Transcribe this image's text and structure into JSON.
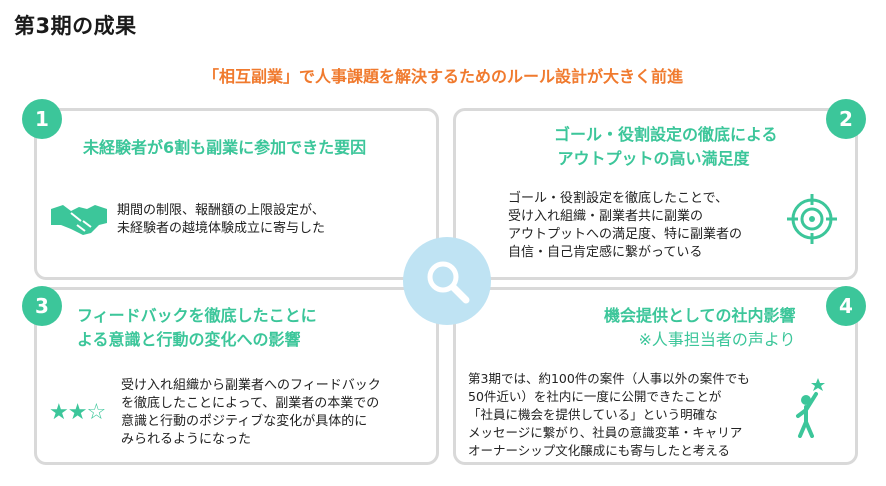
{
  "page": {
    "title": "第3期の成果",
    "subtitle": "「相互副業」で人事課題を解決するためのルール設計が大きく前進"
  },
  "cards": [
    {
      "number": "1",
      "heading_lines": [
        "未経験者が6割も副業に参加できた要因"
      ],
      "body_lines": [
        "期間の制限、報酬額の上限設定が、",
        "未経験者の越境体験成立に寄与した"
      ],
      "icon": "handshake-icon"
    },
    {
      "number": "2",
      "heading_lines": [
        "ゴール・役割設定の徹底による",
        "アウトプットの高い満足度"
      ],
      "body_lines": [
        "ゴール・役割設定を徹底したことで、",
        "受け入れ組織・副業者共に副業の",
        "アウトプットへの満足度、特に副業者の",
        "自信・自己肯定感に繋がっている"
      ],
      "icon": "target-icon"
    },
    {
      "number": "3",
      "heading_lines": [
        "フィードバックを徹底したことに",
        "よる意識と行動の変化への影響"
      ],
      "body_lines": [
        "受け入れ組織から副業者へのフィードバック",
        "を徹底したことによって、副業者の本業での",
        "意識と行動のポジティブな変化が具体的に",
        "みられるようになった"
      ],
      "icon": "rating-stars-icon",
      "rating": "★★☆"
    },
    {
      "number": "4",
      "heading_lines": [
        "機会提供としての社内影響",
        "※人事担当者の声より"
      ],
      "body_lines": [
        "第3期では、約100件の案件（人事以外の案件でも",
        "50件近い）を社内に一度に公開できたことが",
        "「社員に機会を提供している」という明確な",
        "メッセージに繋がり、社員の意識変革・キャリア",
        "オーナーシップ文化醸成にも寄与したと考える"
      ],
      "icon": "person-reaching-star-icon"
    }
  ],
  "center_icon": "magnifier-icon",
  "colors": {
    "accent_green": "#3cc69a",
    "accent_orange": "#f07a2e",
    "circle_blue": "#bfe3f3",
    "border_gray": "#d9d9d9"
  }
}
